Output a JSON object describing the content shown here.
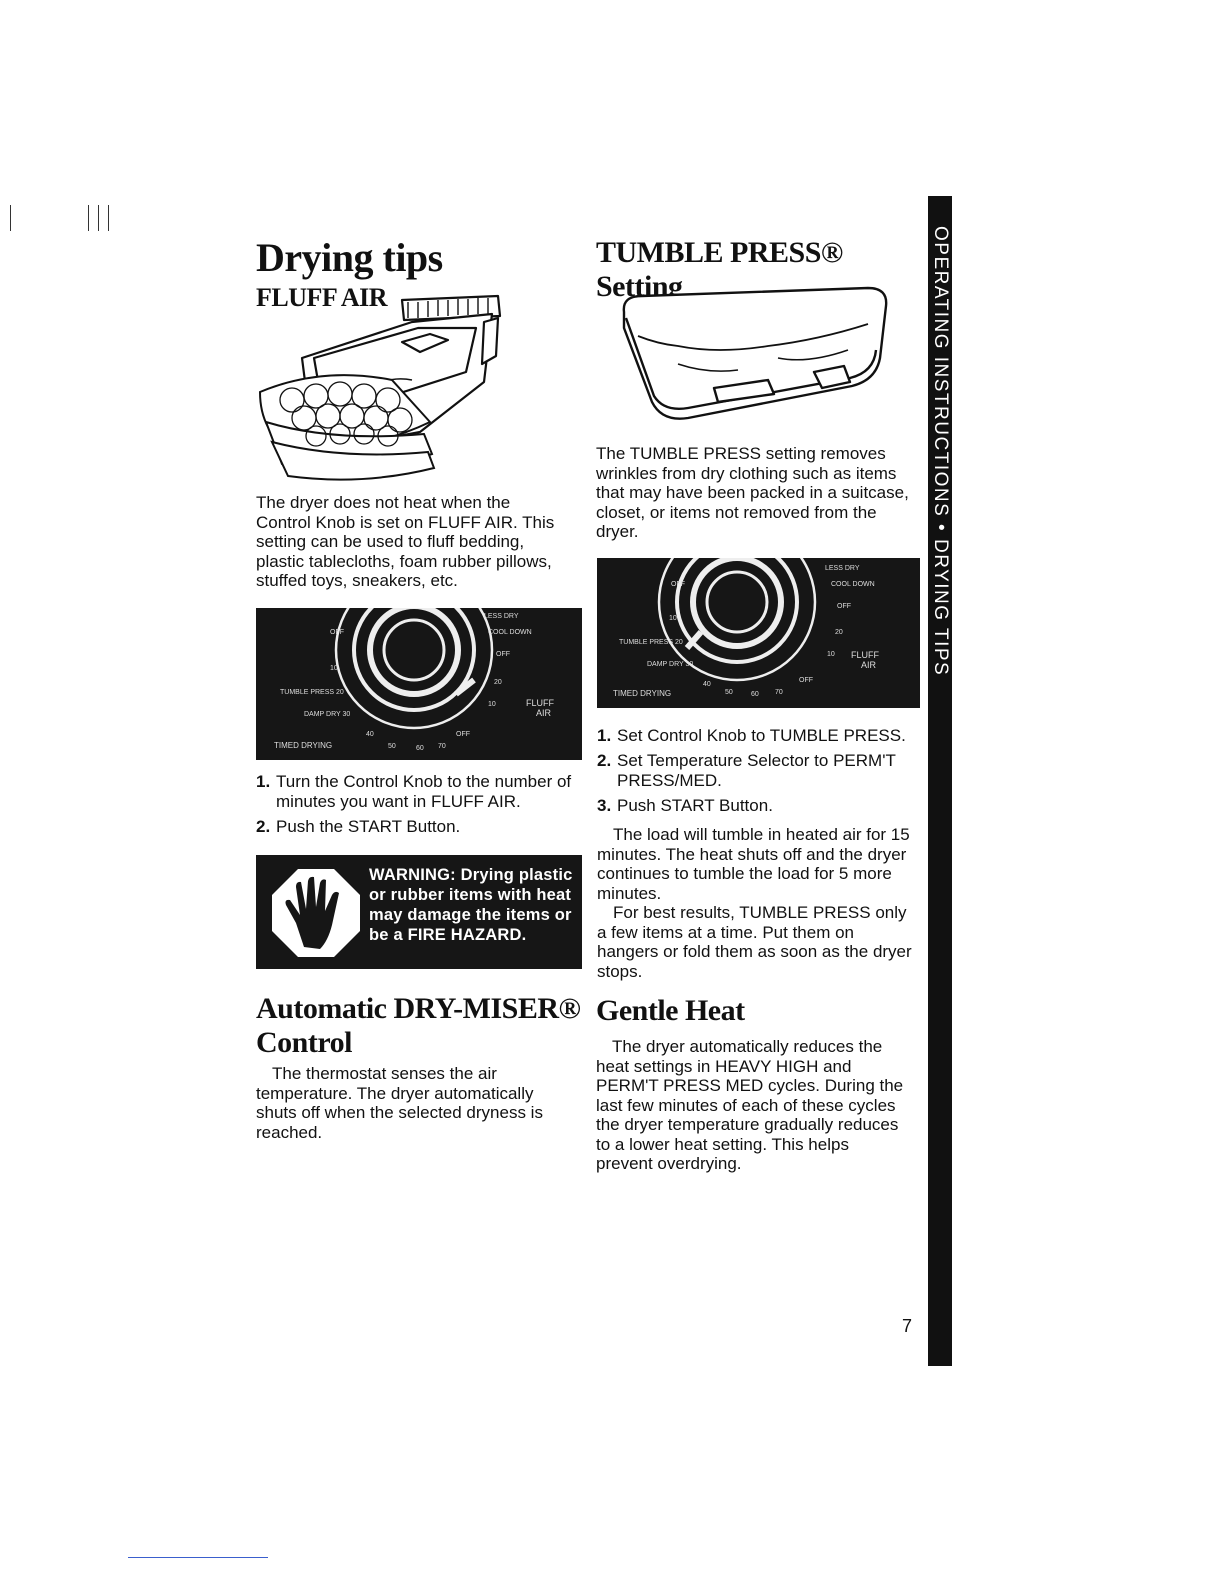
{
  "page": {
    "title": "Drying tips",
    "sidebar_label": "OPERATING INSTRUCTIONS • DRYING TIPS",
    "page_number": "7"
  },
  "fluff_air": {
    "heading": "FLUFF AIR",
    "body": "The dryer does not heat when the Control Knob is set on FLUFF AIR. This setting can be used to fluff bedding, plastic tablecloths, foam rubber pillows, stuffed toys, sneakers, etc.",
    "steps": [
      {
        "num": "1.",
        "text": "Turn the Control Knob to the number of minutes you want in FLUFF AIR."
      },
      {
        "num": "2.",
        "text": "Push the START Button."
      }
    ],
    "warning": "WARNING: Drying plastic or rubber items with heat may damage the items or be a FIRE HAZARD."
  },
  "dial": {
    "labels": {
      "timed_drying": "TIMED DRYING",
      "fluff": "FLUFF",
      "air": "AIR",
      "less_dry": "LESS DRY",
      "cool_down": "COOL DOWN",
      "off": "OFF",
      "tumble_press": "TUMBLE PRESS 20",
      "damp_dry": "DAMP DRY 30",
      "n10": "10",
      "n20": "20",
      "n40": "40",
      "n50": "50",
      "n60": "60",
      "n70": "70"
    }
  },
  "dry_miser": {
    "heading": "Automatic DRY-MISER® Control",
    "heading_line1": "Automatic DRY-MISER®",
    "heading_line2": "Control",
    "body": "The thermostat senses the air temperature. The dryer automatically shuts off when the selected dryness is reached."
  },
  "tumble_press": {
    "heading": "TUMBLE PRESS® Setting",
    "body": "The TUMBLE PRESS setting removes wrinkles from dry clothing such as items that may have been packed in a suitcase, closet, or items not removed from the dryer.",
    "steps": [
      {
        "num": "1.",
        "text": "Set Control Knob to TUMBLE PRESS."
      },
      {
        "num": "2.",
        "text": "Set Temperature Selector to PERM'T PRESS/MED."
      },
      {
        "num": "3.",
        "text": "Push START Button."
      }
    ],
    "para1": "The load will tumble in heated air for 15 minutes. The heat shuts off and the dryer continues to tumble the load for 5 more minutes.",
    "para2": "For best results, TUMBLE PRESS only a few items at a time. Put them on hangers or fold them as soon as the dryer stops."
  },
  "gentle_heat": {
    "heading": "Gentle Heat",
    "body": "The dryer automatically reduces the heat settings in HEAVY HIGH and PERM'T PRESS MED cycles. During the last few minutes of each of these cycles the dryer temperature gradually reduces to a lower heat setting. This helps prevent overdrying."
  }
}
